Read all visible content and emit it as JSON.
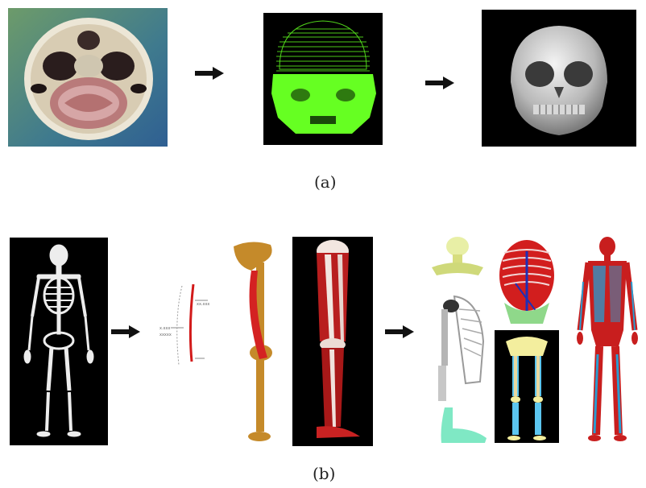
{
  "figure": {
    "caption_a": "(a)",
    "caption_b": "(b)",
    "panel_b_annotation": [
      "x.xxx",
      "xxxxx",
      "xx.xxx"
    ],
    "colors": {
      "background": "#ffffff",
      "arrow": "#111111",
      "voxel_green": "#66ff22",
      "skeleton_black_bg": "#000000",
      "muscle_red": "#cc1f1f",
      "bone_tan": "#c58a2a",
      "model_blue": "#2a9cd0"
    },
    "icons": [
      "right-arrow-icon"
    ]
  }
}
